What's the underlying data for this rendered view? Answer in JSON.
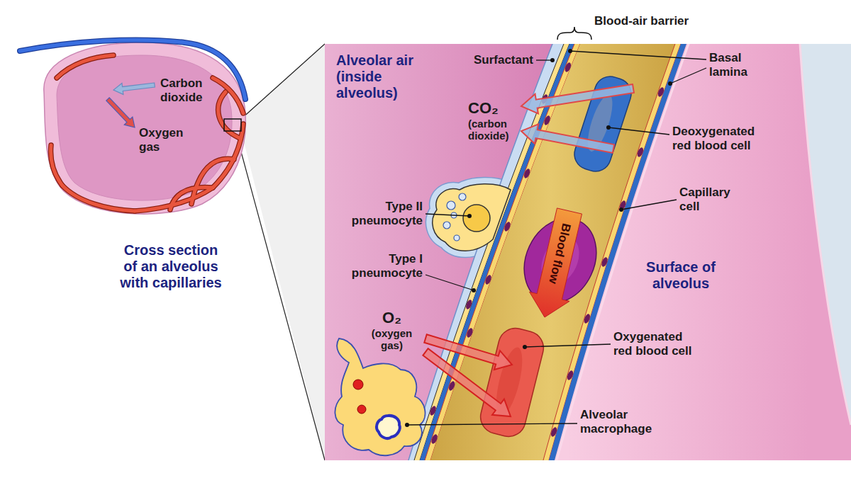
{
  "diagram": {
    "labels": [
      "Carbon dioxide",
      "Oxygen gas",
      "Cross section of an alveolus with capillaries",
      "Blood-air barrier",
      "Alveolar air (inside alveolus)",
      "Surfactant",
      "Basal lamina",
      "CO₂",
      "(carbon dioxide)",
      "Deoxygenated red blood cell",
      "Type II pneumocyte",
      "Capillary cell",
      "Blood flow",
      "Type I pneumocyte",
      "Surface of alveolus",
      "O₂",
      "(oxygen gas)",
      "Oxygenated red blood cell",
      "Alveolar macrophage"
    ]
  }
}
